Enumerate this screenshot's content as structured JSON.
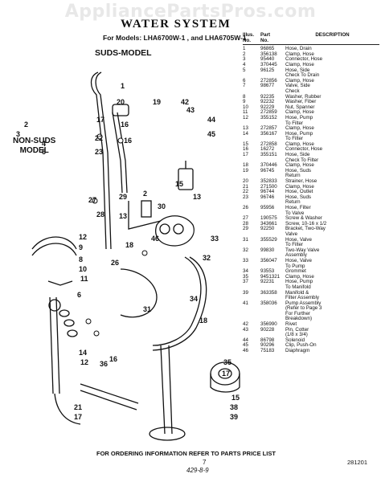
{
  "watermark": "AppliancePartsPros.com",
  "title": "WATER SYSTEM",
  "models_line": "For Models: LHA6700W-1 , and LHA6705W-1",
  "suds_model_label": "SUDS-MODEL",
  "nonsuds_model_label": [
    "NON-SUDS",
    "MODEL"
  ],
  "table_header": {
    "illus": "Illus.\nNo.",
    "part": "Part\nNo.",
    "desc": "DESCRIPTION"
  },
  "parts": [
    [
      "1",
      "96865",
      "Hose, Drain"
    ],
    [
      "2",
      "356138",
      "Clamp, Hose"
    ],
    [
      "3",
      "95440",
      "Connector, Hose"
    ],
    [
      "4",
      "370445",
      "Clamp, Hose"
    ],
    [
      "5",
      "96125",
      "Hose, Side"
    ],
    [
      "",
      "",
      "Check To Drain"
    ],
    [
      "6",
      "272856",
      "Clamp, Hose"
    ],
    [
      "7",
      "98677",
      "Valve, Side"
    ],
    [
      "",
      "",
      "Check"
    ],
    [
      "8",
      "92235",
      "Washer, Rubber"
    ],
    [
      "9",
      "92232",
      "Washer, Fiber"
    ],
    [
      "10",
      "92229",
      "Nut, Spanner"
    ],
    [
      "11",
      "272859",
      "Clamp, Hose"
    ],
    [
      "12",
      "355152",
      "Hose, Pump"
    ],
    [
      "",
      "",
      "To Filter"
    ],
    [
      "13",
      "272857",
      "Clamp, Hose"
    ],
    [
      "14",
      "356167",
      "Hose, Pump"
    ],
    [
      "",
      "",
      "To Filter"
    ],
    [
      "15",
      "272858",
      "Clamp, Hose"
    ],
    [
      "16",
      "16272",
      "Connector, Hose"
    ],
    [
      "17",
      "355151",
      "Hose, Side"
    ],
    [
      "",
      "",
      "Check To Filter"
    ],
    [
      "18",
      "370446",
      "Clamp, Hose"
    ],
    [
      "19",
      "96745",
      "Hose, Suds"
    ],
    [
      "",
      "",
      "Return"
    ],
    [
      "20",
      "352833",
      "Strainer, Hose"
    ],
    [
      "21",
      "271500",
      "Clamp, Hose"
    ],
    [
      "22",
      "96744",
      "Hose, Outlet"
    ],
    [
      "23",
      "96746",
      "Hose, Suds"
    ],
    [
      "",
      "",
      "Return"
    ],
    [
      "26",
      "95956",
      "Hose, Filter"
    ],
    [
      "",
      "",
      "To Valve"
    ],
    [
      "27",
      "190575",
      "Screw & Washer"
    ],
    [
      "28",
      "343661",
      "Screw, 10-16 x 1/2"
    ],
    [
      "29",
      "92250",
      "Bracket, Two-Way"
    ],
    [
      "",
      "",
      "Valve"
    ],
    [
      "31",
      "355529",
      "Hose, Valve"
    ],
    [
      "",
      "",
      "To Filter"
    ],
    [
      "32",
      "99830",
      "Two-Way Valve"
    ],
    [
      "",
      "",
      "Assembly"
    ],
    [
      "33",
      "356047",
      "Hose, Valve"
    ],
    [
      "",
      "",
      "To Pump"
    ],
    [
      "34",
      "93553",
      "Grommet"
    ],
    [
      "35",
      "9451321",
      "Clamp, Hose"
    ],
    [
      "37",
      "92231",
      "Hose, Pump"
    ],
    [
      "",
      "",
      "To Manifold"
    ],
    [
      "39",
      "363358",
      "Manifold &"
    ],
    [
      "",
      "",
      "Filter Assembly"
    ],
    [
      "41",
      "358036",
      "Pump Assembly"
    ],
    [
      "",
      "",
      "(Refer to Page 3"
    ],
    [
      "",
      "",
      "For Further"
    ],
    [
      "",
      "",
      "Breakdown)"
    ],
    [
      "42",
      "356990",
      "Rivet"
    ],
    [
      "43",
      "90228",
      "Pin, Cotter"
    ],
    [
      "",
      "",
      "(1/8 x 3/4)"
    ],
    [
      "44",
      "86798",
      "Solenoid"
    ],
    [
      "45",
      "90296",
      "Clip, Push-On"
    ],
    [
      "46",
      "75183",
      "Diaphragm"
    ]
  ],
  "footer": "FOR ORDERING INFORMATION REFER TO PARTS PRICE LIST",
  "page_number": "7",
  "handwritten_date": "429-8-9",
  "doc_code": "281201",
  "callouts": [
    "1",
    "20",
    "19",
    "16",
    "17",
    "22",
    "23",
    "16",
    "42",
    "43",
    "44",
    "45",
    "3",
    "2",
    "4",
    "5",
    "29",
    "2",
    "13",
    "15",
    "27",
    "28",
    "30",
    "13",
    "12",
    "9",
    "8",
    "10",
    "11",
    "26",
    "6",
    "18",
    "46",
    "33",
    "32",
    "31",
    "18",
    "34",
    "35",
    "17",
    "14",
    "16",
    "12",
    "36",
    "15",
    "38",
    "21",
    "39",
    "17"
  ]
}
